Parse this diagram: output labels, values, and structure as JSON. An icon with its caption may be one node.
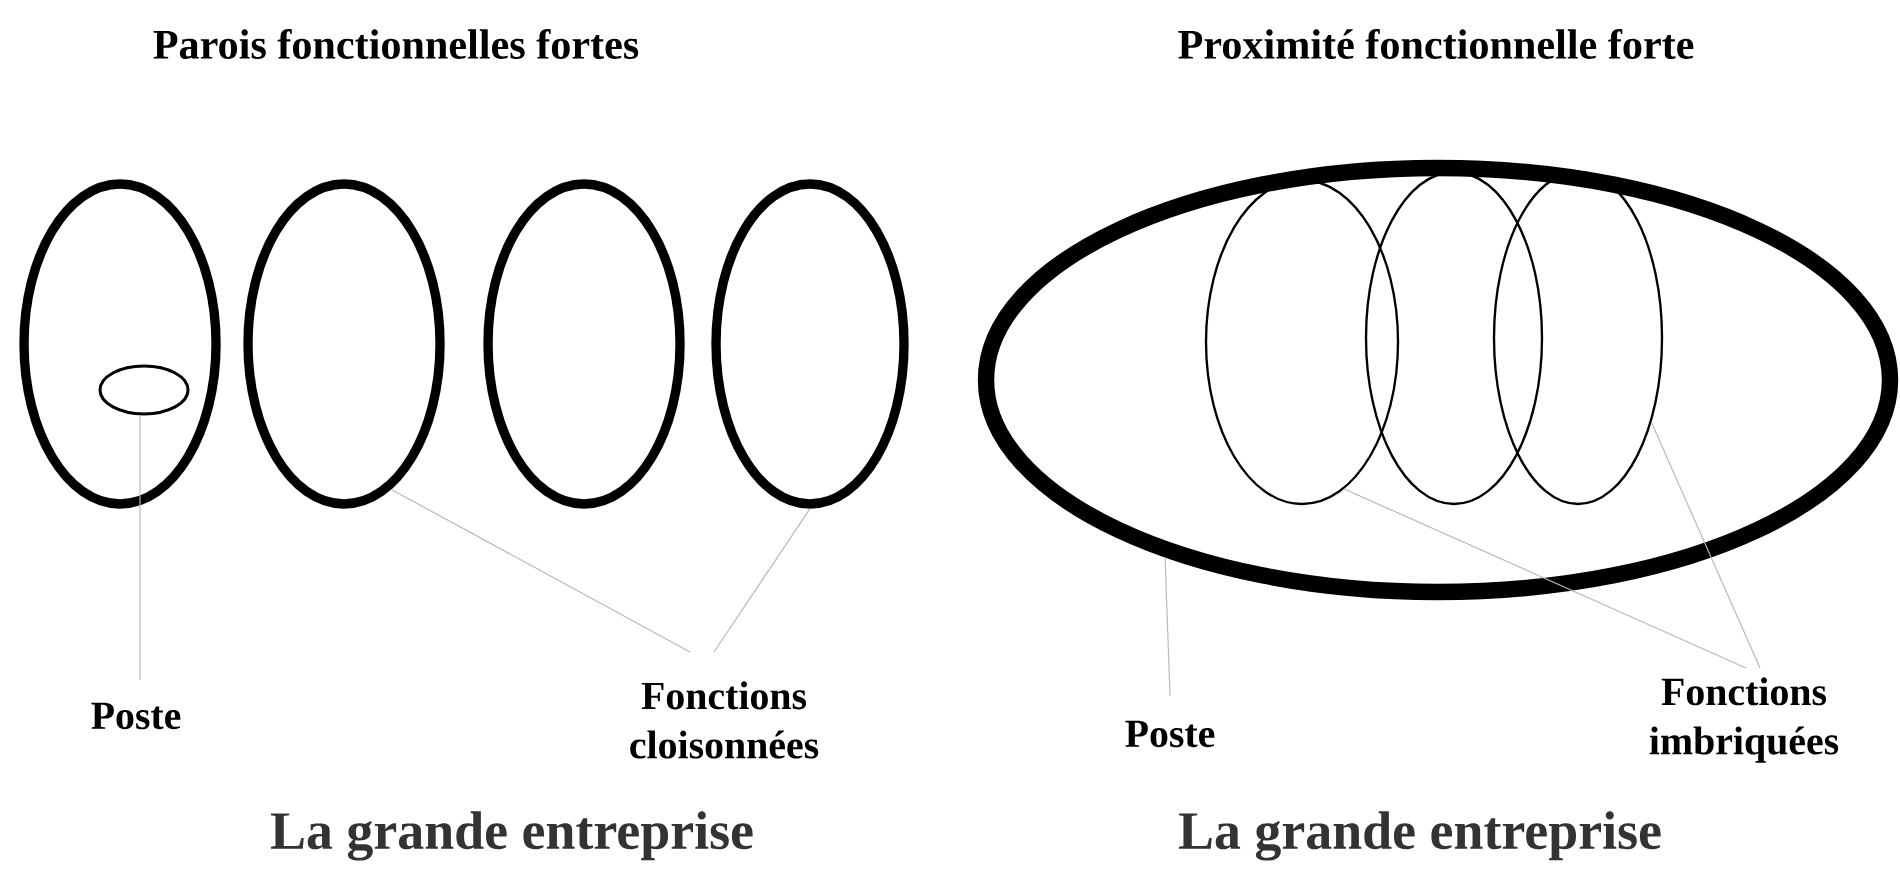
{
  "diagram": {
    "nodes": [
      {
        "text": [],
        "shape": "ellipse"
      },
      {
        "text": [],
        "shape": "ellipse",
        "in": 0
      },
      {
        "text": [],
        "shape": "ellipse"
      },
      {
        "text": [],
        "shape": "ellipse"
      },
      {
        "text": [],
        "shape": "ellipse"
      },
      {
        "text": [
          "Poste"
        ]
      },
      {
        "text": [
          "Fonctions cloisonnées"
        ]
      },
      {
        "text": [],
        "shape": "ellipse"
      },
      {
        "text": [],
        "shape": "ellipse",
        "in": 7
      },
      {
        "text": [],
        "shape": "ellipse",
        "in": 7
      },
      {
        "text": [],
        "shape": "ellipse",
        "in": 7
      },
      {
        "text": [
          "Poste"
        ]
      },
      {
        "text": [
          "Fonctions imbriquées"
        ]
      }
    ],
    "edges": [
      {
        "from": 5,
        "to": 1,
        "arrow": "none"
      },
      {
        "from": 6,
        "to": 2,
        "arrow": "none"
      },
      {
        "from": 6,
        "to": 4,
        "arrow": "none"
      },
      {
        "from": 11,
        "to": 7,
        "arrow": "none"
      },
      {
        "from": 12,
        "to": 8,
        "arrow": "none"
      },
      {
        "from": 12,
        "to": 10,
        "arrow": "none"
      }
    ],
    "labels": [
      "Parois fonctionnelles fortes",
      "Proximité fonctionnelle forte",
      "La grande entreprise",
      "La grande entreprise"
    ]
  }
}
